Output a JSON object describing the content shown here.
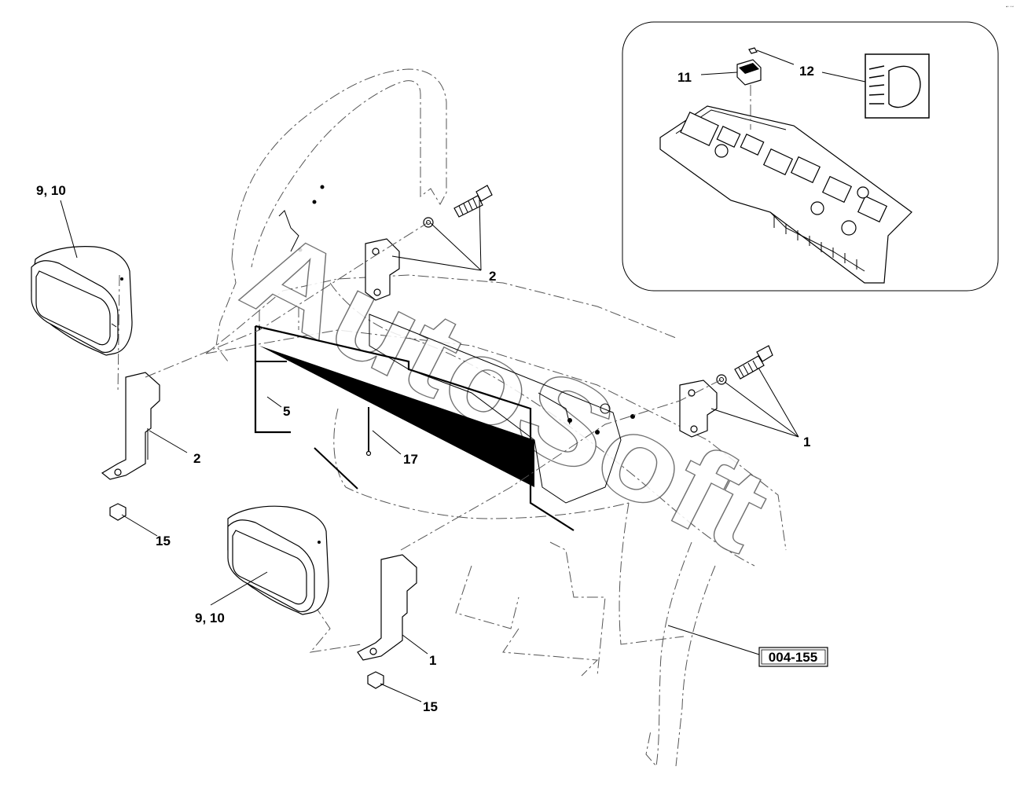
{
  "corner_text": "▪▫ ▫▫▫",
  "watermark": "AutoSoft",
  "reference_code": "004-155",
  "callouts": {
    "c_910_top": "9, 10",
    "c_910_bottom": "9, 10",
    "c_2_top": "2",
    "c_2_left": "2",
    "c_1_right": "1",
    "c_1_bottom": "1",
    "c_5": "5",
    "c_17": "17",
    "c_15_left": "15",
    "c_15_bottom": "15",
    "c_11": "11",
    "c_12": "12"
  }
}
